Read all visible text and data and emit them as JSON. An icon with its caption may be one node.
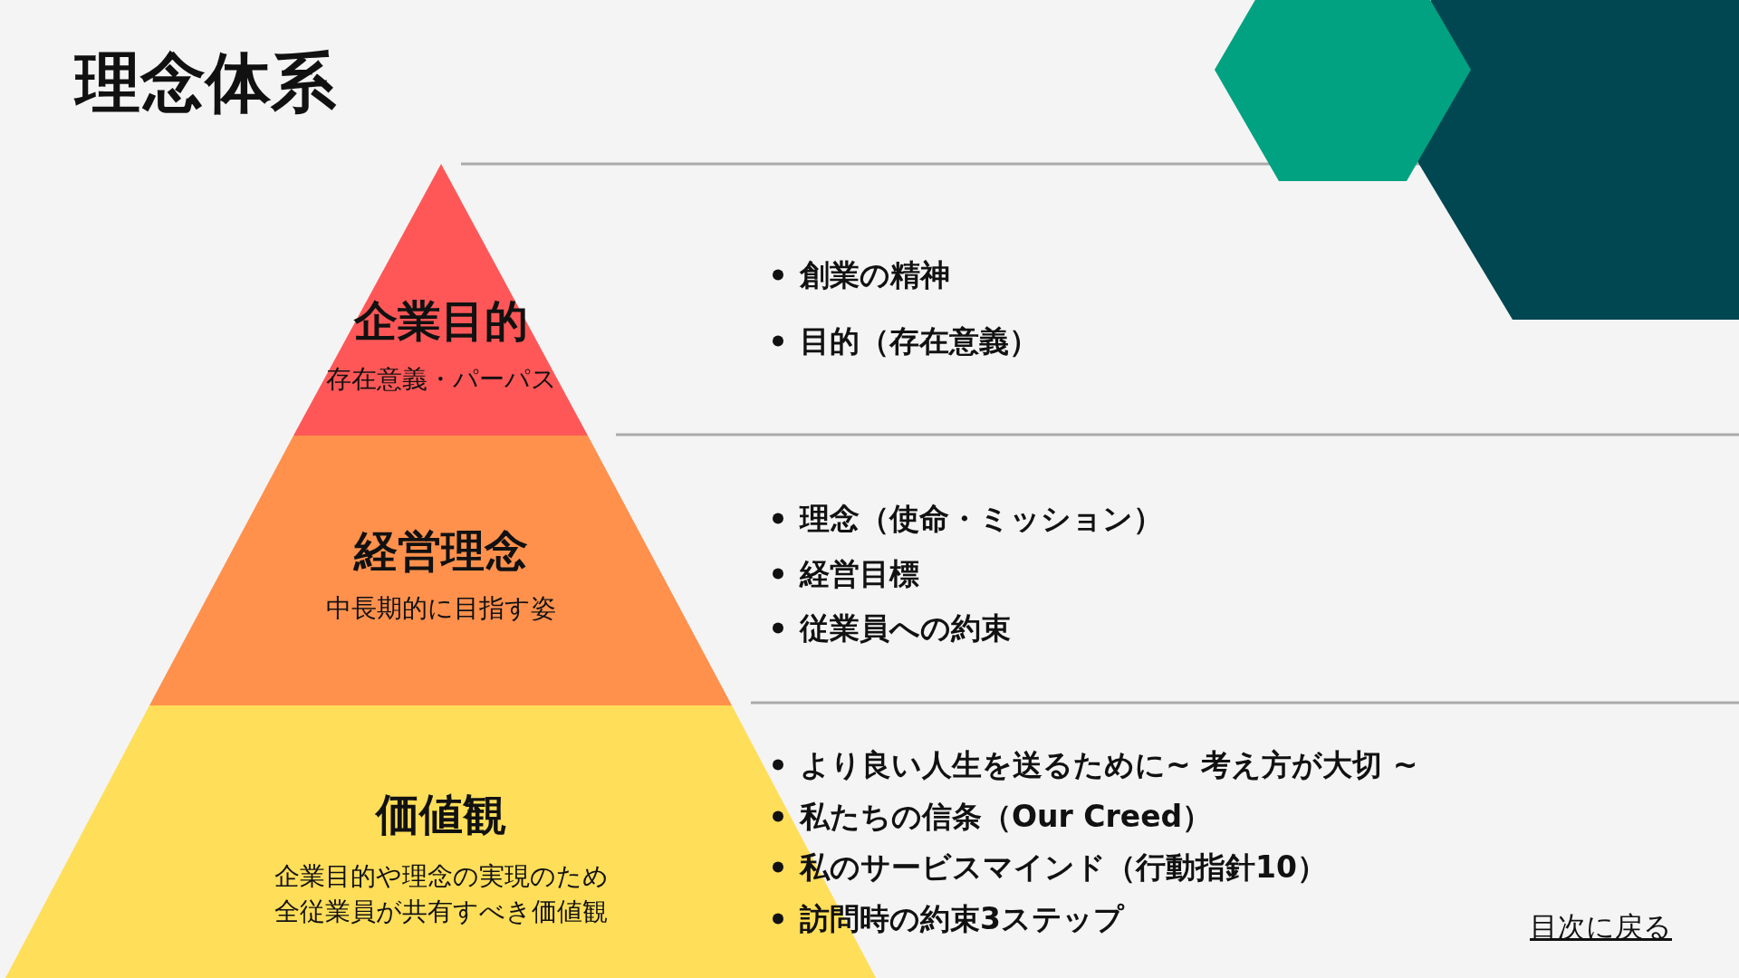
{
  "diagram": {
    "title": "理念体系",
    "nodes": [
      {
        "text": [
          "企業目的",
          "存在意義・パーパス"
        ],
        "beside": [
          "創業の精神",
          "目的（存在意義）"
        ]
      },
      {
        "text": [
          "経営理念",
          "中長期的に目指す姿"
        ],
        "beside": [
          "理念（使命・ミッション）",
          "経営目標",
          "従業員への約束"
        ]
      },
      {
        "text": [
          "価値観",
          "企業目的や理念の実現のため全従業員が共有すべき価値観"
        ],
        "beside": [
          "より良い人生を送るために~ 考え方が大切 ~",
          "私たちの信条（Our Creed）",
          "私のサービスマインド（行動指針10）",
          "訪問時の約束3ステップ"
        ]
      }
    ],
    "labels": [
      "目次に戻る"
    ]
  }
}
